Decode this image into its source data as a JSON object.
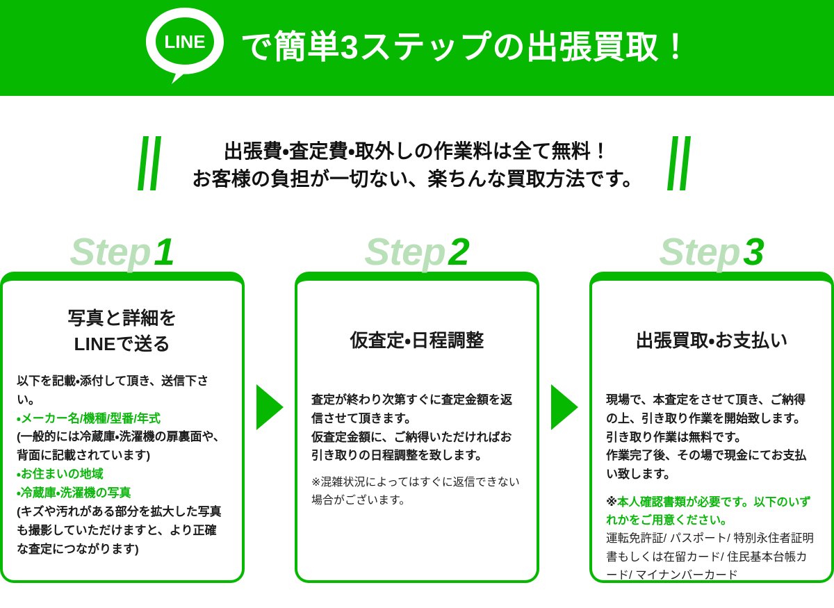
{
  "banner": {
    "logo_text": "LINE",
    "title": "で簡単3ステップの出張買取！",
    "bg_color": "#06b800"
  },
  "subtitle": {
    "line1": "出張費・査定費・取外しの作業料は全て無料！",
    "line2": "お客様の負担が一切ない、楽ちんな買取方法です。"
  },
  "steps": [
    {
      "step_word": "Step",
      "step_number": "1",
      "title_line1": "写真と詳細を",
      "title_line2": "LINEで送る",
      "body": {
        "intro": "以下を記載・添付して頂き、送信下さい。",
        "bullet1": "・メーカー名/機種/型番/年式",
        "note1": "(一般的には冷蔵庫・洗濯機の扉裏面や、背面に記載されています)",
        "bullet2": "・お住まいの地域",
        "bullet3": "・冷蔵庫・洗濯機の写真",
        "note2": "(キズや汚れがある部分を拡大した写真も撮影していただけますと、より正確な査定につながります)"
      }
    },
    {
      "step_word": "Step",
      "step_number": "2",
      "title_line1": "仮査定・日程調整",
      "body": {
        "para1": "査定が終わり次第すぐに査定金額を返信させて頂きます。",
        "para2": "仮査定金額に、ご納得いただければお引き取りの日程調整を致します。",
        "note": "※混雑状況によってはすぐに返信できない場合がございます。"
      }
    },
    {
      "step_word": "Step",
      "step_number": "3",
      "title_line1": "出張買取・お支払い",
      "body": {
        "para1": "現場で、本査定をさせて頂き、ご納得の上、引き取り作業を開始致します。引き取り作業は無料です。",
        "para2": "作業完了後、その場で現金にてお支払い致します。",
        "note_mark": "※",
        "note_green": "本人確認書類が必要です。以下のいずれかをご用意ください。",
        "id_list": "運転免許証/ パスポート/ 特別永住者証明書もしくは在留カード/ 住民基本台帳カード/ マイナンバーカード"
      }
    }
  ],
  "colors": {
    "brand_green": "#06b800",
    "light_green": "#b9e0b9",
    "text_green": "#0bb50b"
  }
}
